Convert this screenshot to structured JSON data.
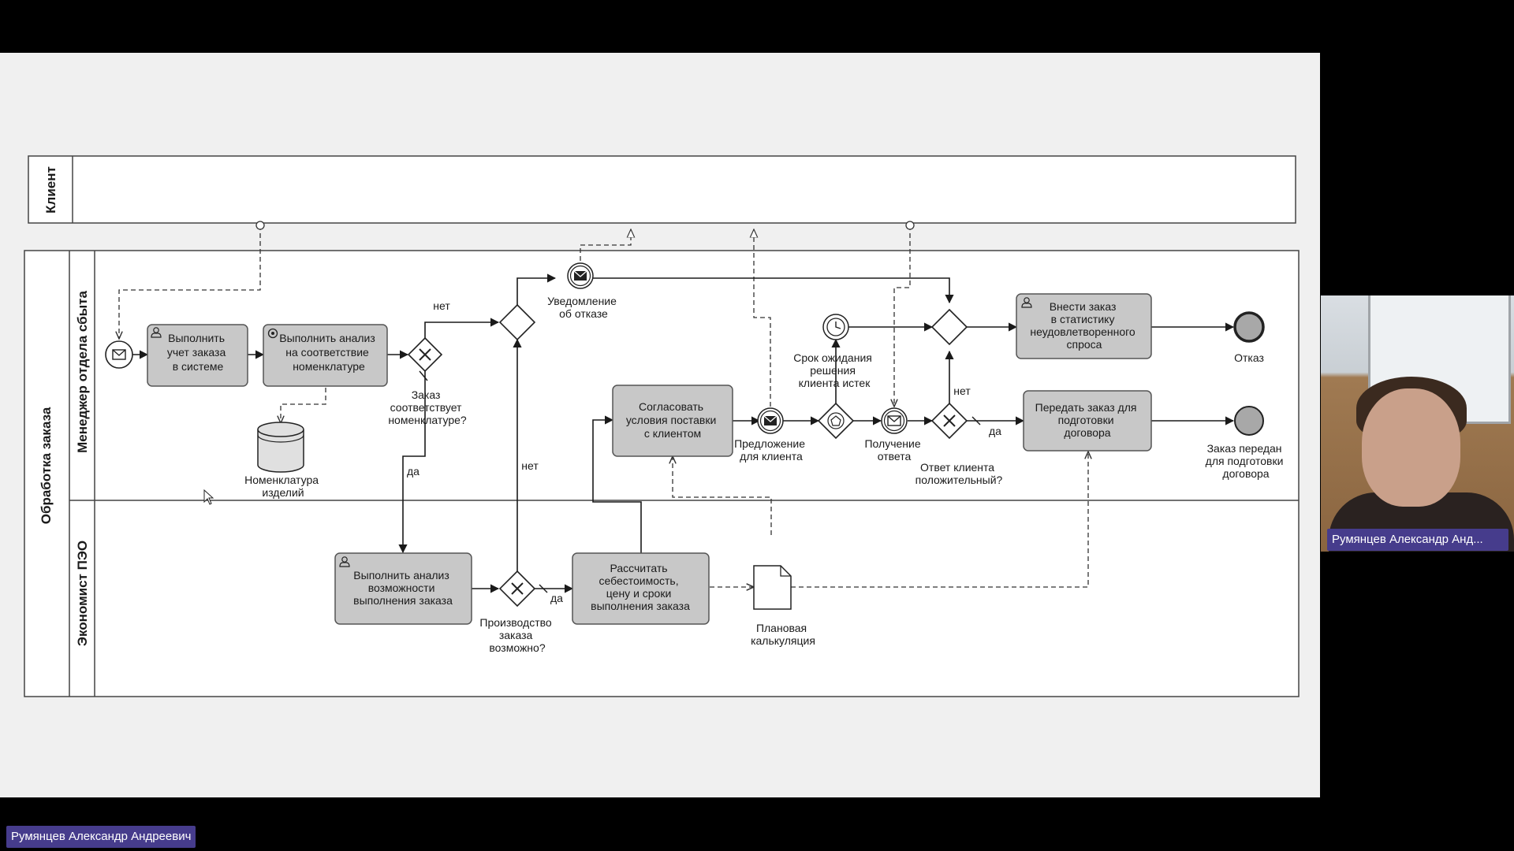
{
  "diagram": {
    "lanes": {
      "client": "Клиент",
      "pool": "Обработка заказа",
      "manager": "Менеджер отдела сбыта",
      "economist": "Экономист ПЭО"
    },
    "tasks": {
      "register_order": [
        "Выполнить",
        "учет заказа",
        "в системе"
      ],
      "check_nomenclature": [
        "Выполнить анализ",
        "на соответствие",
        "номенклатуре"
      ],
      "agree_terms": [
        "Согласовать",
        "условия поставки",
        "с клиентом"
      ],
      "record_statistics": [
        "Внести заказ",
        "в статистику",
        "неудовлетворенного",
        "спроса"
      ],
      "transfer_order": [
        "Передать заказ для",
        "подготовки",
        "договора"
      ],
      "analyze_feasibility": [
        "Выполнить анализ",
        "возможности",
        "выполнения заказа"
      ],
      "calculate_cost": [
        "Рассчитать",
        "себестоимость,",
        "цену и сроки",
        "выполнения заказа"
      ]
    },
    "labels": {
      "rejection_notice": [
        "Уведомление",
        "об отказе"
      ],
      "order_matches": [
        "Заказ",
        "соответствует",
        "номенклатуре?"
      ],
      "nomenclature_store": [
        "Номенклатура",
        "изделий"
      ],
      "client_offer": [
        "Предложение",
        "для клиента"
      ],
      "timeout": [
        "Срок ожидания",
        "решения",
        "клиента истек"
      ],
      "receive_answer": [
        "Получение",
        "ответа"
      ],
      "client_positive": [
        "Ответ клиента",
        "положительный?"
      ],
      "end_refusal": [
        "Отказ"
      ],
      "end_transferred": [
        "Заказ передан",
        "для подготовки",
        "договора"
      ],
      "production_possible": [
        "Производство",
        "заказа",
        "возможно?"
      ],
      "planned_calc": [
        "Плановая",
        "калькуляция"
      ]
    },
    "flow_labels": {
      "no": "нет",
      "yes": "да"
    }
  },
  "participants": {
    "camera_name": "Румянцев Александр Анд...",
    "presenter_name": "Румянцев Александр Андреевич"
  },
  "colors": {
    "task_fill": "#c8c8c8",
    "end_event_fill": "#a8a8a8",
    "badge": "#463c8c"
  }
}
